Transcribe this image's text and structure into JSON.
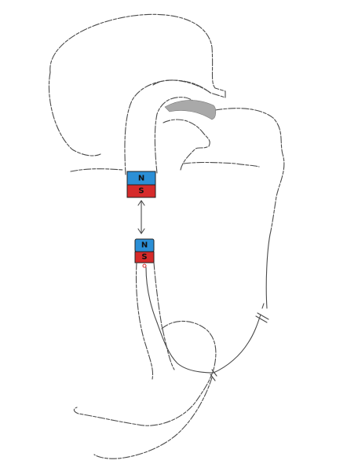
{
  "upper_magnet": {
    "north_label": "N",
    "south_label": "S"
  },
  "lower_magnet": {
    "north_label": "N",
    "south_label": "S"
  },
  "colors": {
    "north": "#2b8fd6",
    "south": "#d62b2b",
    "outline": "#4a4a4a",
    "palate": "#a9a9a9"
  }
}
